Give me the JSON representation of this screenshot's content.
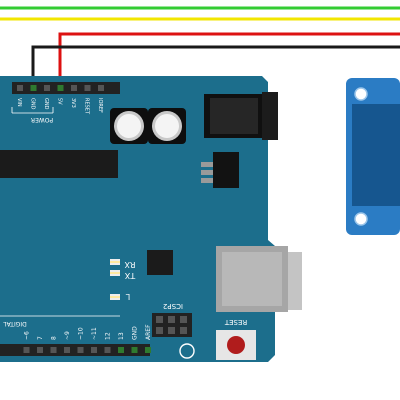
{
  "board": {
    "power_title": "POWER",
    "power_pins": [
      "VIN",
      "GND",
      "GND",
      "5V",
      "3V3",
      "RESET",
      "IOREF"
    ],
    "digital_title": "DIGITAL",
    "digital_pins": [
      "AREF",
      "GND",
      "13",
      "12",
      "~11",
      "~10",
      "~9",
      "8",
      "7",
      "~6"
    ],
    "leds": [
      "RX",
      "TX",
      "L"
    ],
    "icsp_label": "ICSP2",
    "reset_label": "RESET"
  },
  "wires": [
    {
      "name": "green-wire",
      "color": "#33cc33"
    },
    {
      "name": "yellow-wire",
      "color": "#f2e600"
    },
    {
      "name": "red-wire",
      "color": "#dd1111"
    },
    {
      "name": "black-wire",
      "color": "#1a1a1a"
    }
  ],
  "colors": {
    "board": "#1c6e8c",
    "module": "#2b7cc4",
    "display": "#16568f"
  }
}
